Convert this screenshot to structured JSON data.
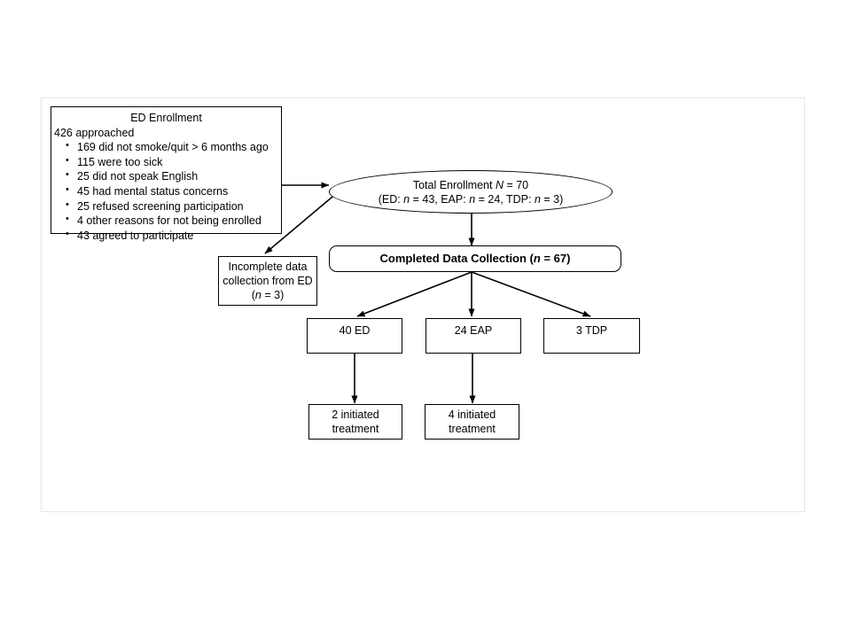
{
  "diagram": {
    "type": "participant-flow-diagram",
    "nodes": {
      "ed_enrollment": {
        "title": "ED Enrollment",
        "lead": "426 approached",
        "bullets": [
          "169 did not smoke/quit > 6 months ago",
          "115 were too sick",
          "25 did not speak English",
          "45 had mental status concerns",
          "25 refused screening participation",
          "4 other reasons for not being enrolled",
          "43 agreed to participate"
        ]
      },
      "total_enrollment": {
        "line1_prefix": "Total Enrollment ",
        "line1_italic": "N",
        "line1_suffix": " = 70",
        "line2": "(ED: n = 43, EAP: n = 24, TDP: n = 3)"
      },
      "completed_collection": {
        "prefix": "Completed Data Collection (",
        "italic": "n",
        "suffix": " = 67)"
      },
      "incomplete_data": {
        "line1": "Incomplete data",
        "line2": "collection from ED",
        "line3_prefix": "(",
        "line3_italic": "n",
        "line3_suffix": " = 3)"
      },
      "group_ed": {
        "label": "40 ED"
      },
      "group_eap": {
        "label": "24 EAP"
      },
      "group_tdp": {
        "label": "3 TDP"
      },
      "ed_treatment": {
        "line1": "2 initiated",
        "line2": "treatment"
      },
      "eap_treatment": {
        "line1": "4 initiated",
        "line2": "treatment"
      }
    },
    "edges": [
      {
        "from": "ed_enrollment",
        "to": "total_enrollment",
        "style": "straight-horizontal"
      },
      {
        "from": "total_enrollment",
        "to": "incomplete_data",
        "style": "diagonal"
      },
      {
        "from": "total_enrollment",
        "to": "completed_collection",
        "style": "vertical"
      },
      {
        "from": "completed_collection",
        "to": "group_ed",
        "style": "fan-diagonal"
      },
      {
        "from": "completed_collection",
        "to": "group_eap",
        "style": "vertical"
      },
      {
        "from": "completed_collection",
        "to": "group_tdp",
        "style": "fan-diagonal"
      },
      {
        "from": "group_ed",
        "to": "ed_treatment",
        "style": "vertical"
      },
      {
        "from": "group_eap",
        "to": "eap_treatment",
        "style": "vertical"
      }
    ],
    "colors": {
      "stroke": "#000000",
      "background": "#ffffff",
      "panel_border": "#e6e6e6"
    }
  }
}
